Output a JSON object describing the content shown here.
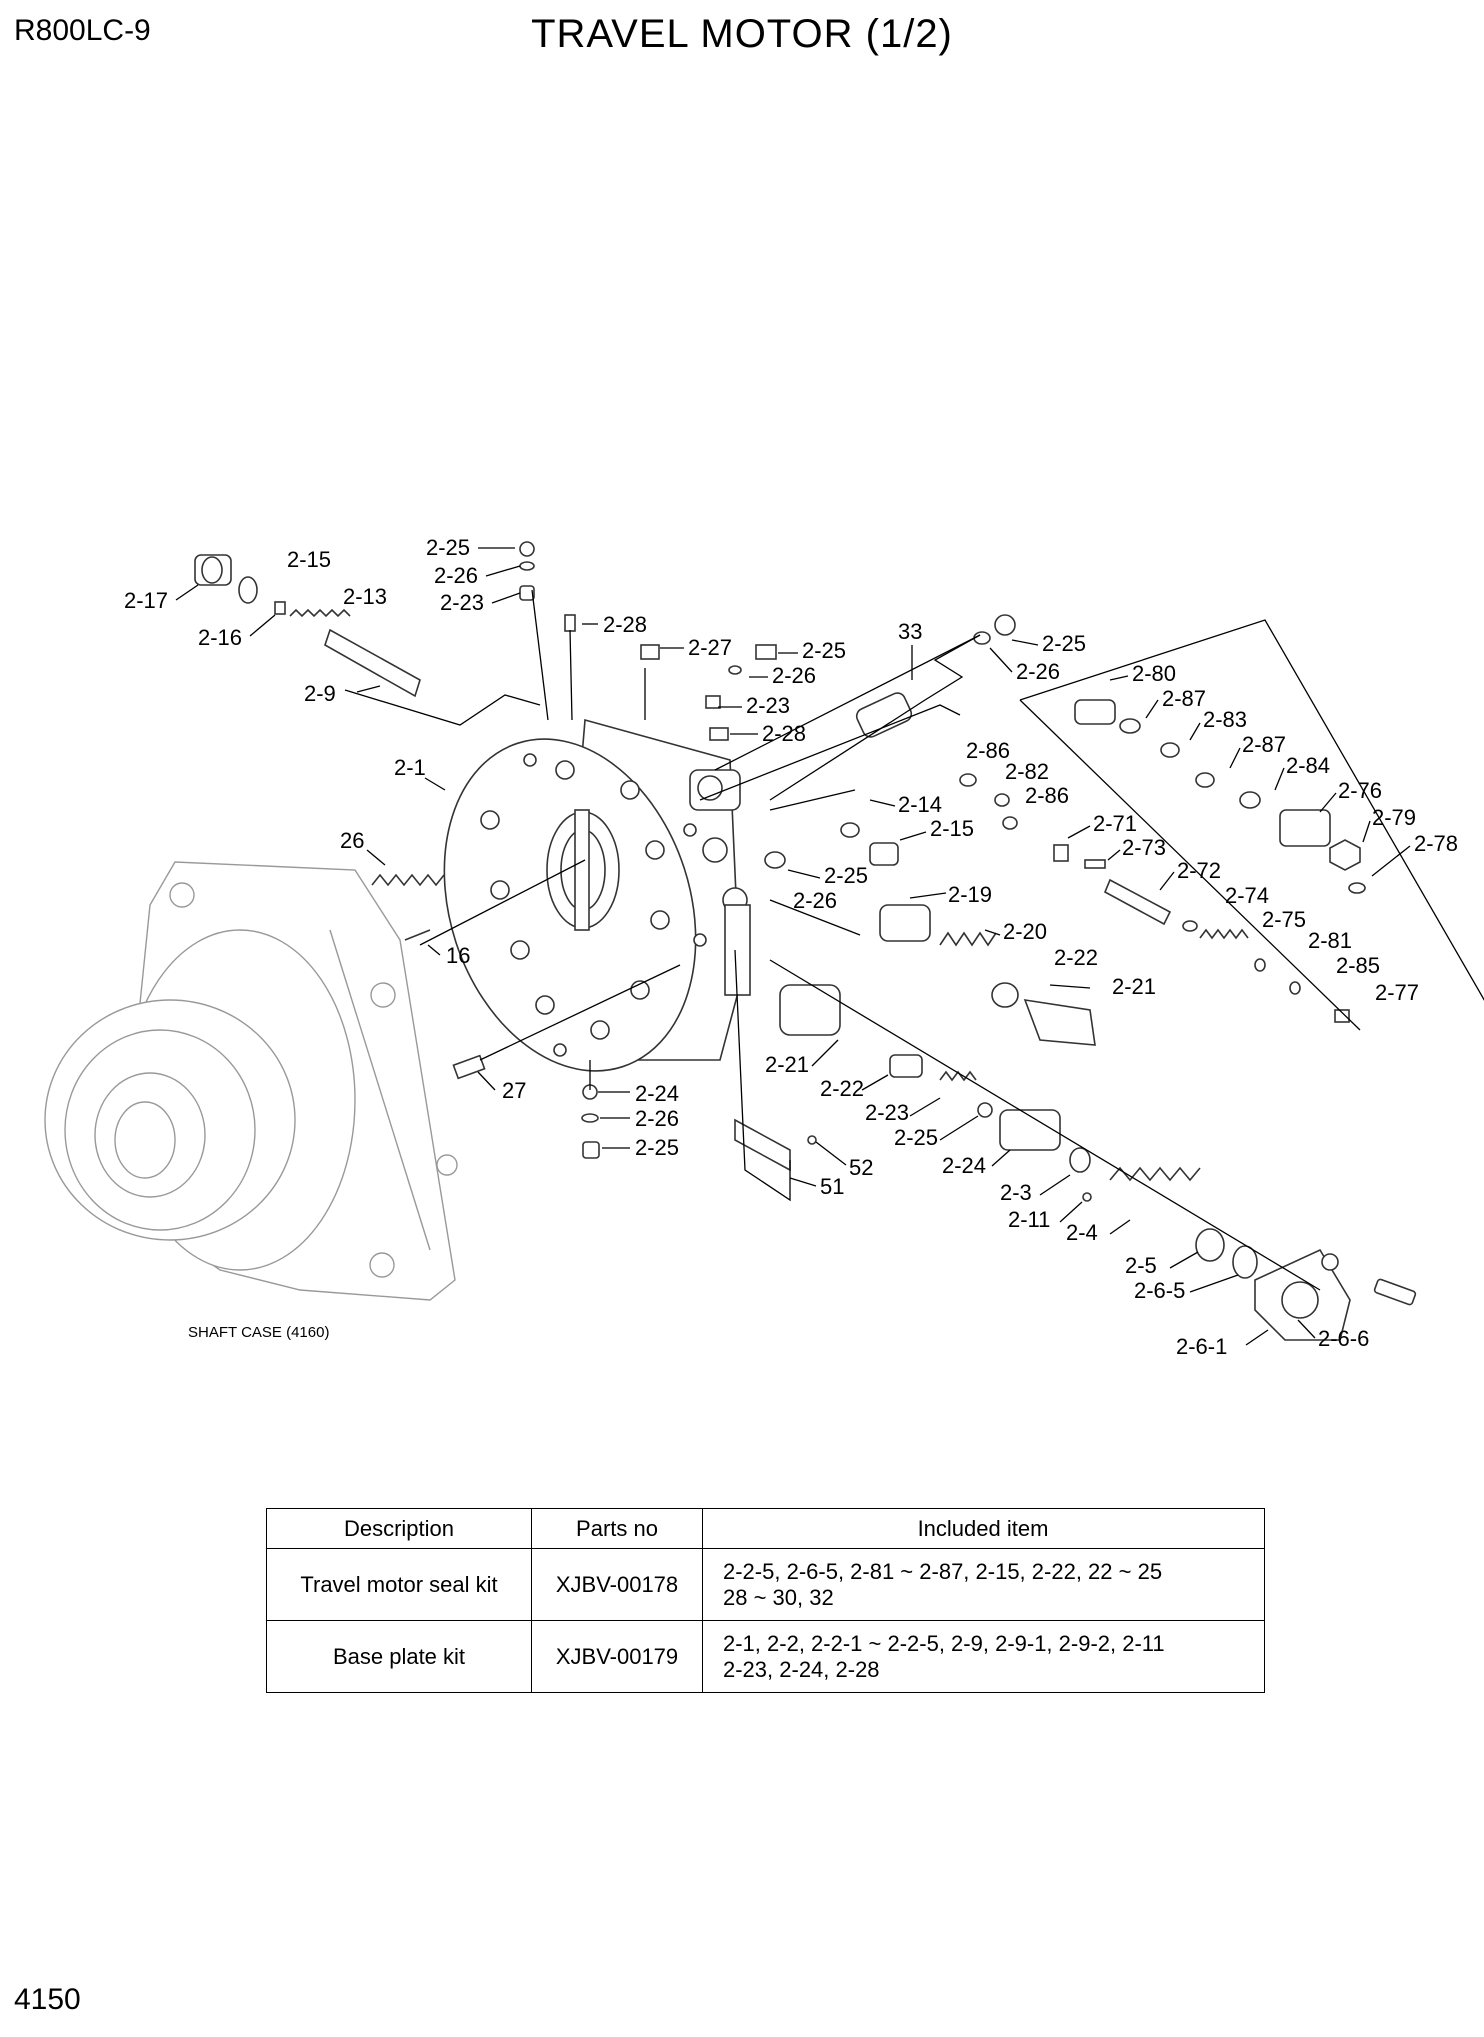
{
  "header": {
    "model": "R800LC-9",
    "title": "TRAVEL MOTOR (1/2)"
  },
  "footer": {
    "page_number": "4150"
  },
  "diagram": {
    "shaft_case_label": "SHAFT CASE (4160)",
    "callouts": {
      "c1": "2-25",
      "c2": "2-26",
      "c3": "2-23",
      "c4": "2-17",
      "c5": "2-15",
      "c6": "2-16",
      "c7": "2-13",
      "c8": "2-9",
      "c9": "2-28",
      "c10": "2-27",
      "c11": "2-25",
      "c12": "2-26",
      "c13": "2-23",
      "c14": "2-28",
      "c15": "33",
      "c16": "2-25",
      "c17": "2-26",
      "c18": "2-80",
      "c19": "2-87",
      "c20": "2-83",
      "c21": "2-87",
      "c22": "2-84",
      "c23": "2-76",
      "c24": "2-79",
      "c25": "2-78",
      "c26": "2-86",
      "c27": "2-82",
      "c28": "2-86",
      "c29": "2-14",
      "c30": "2-15",
      "c31": "2-71",
      "c32": "2-73",
      "c33": "2-72",
      "c34": "2-25",
      "c35": "2-26",
      "c36": "2-74",
      "c37": "2-75",
      "c38": "2-81",
      "c39": "2-85",
      "c40": "2-77",
      "c41": "2-1",
      "c42": "26",
      "c43": "16",
      "c44": "27",
      "c45": "2-19",
      "c46": "2-20",
      "c47": "2-22",
      "c48": "2-21",
      "c49": "2-21",
      "c50": "2-22",
      "c51": "2-23",
      "c52": "2-25",
      "c53": "2-24",
      "c54": "2-3",
      "c55": "2-11",
      "c56": "2-4",
      "c57": "2-5",
      "c58": "2-6-5",
      "c59": "2-6-1",
      "c60": "2-6-6",
      "c61": "2-24",
      "c62": "2-26",
      "c63": "2-25",
      "c64": "52",
      "c65": "51"
    }
  },
  "kit_table": {
    "headers": [
      "Description",
      "Parts no",
      "Included item"
    ],
    "rows": [
      {
        "description": "Travel motor seal kit",
        "parts_no": "XJBV-00178",
        "included_line1": "2-2-5, 2-6-5, 2-81 ~ 2-87, 2-15, 2-22, 22 ~ 25",
        "included_line2": "28 ~ 30, 32"
      },
      {
        "description": "Base plate kit",
        "parts_no": "XJBV-00179",
        "included_line1": "2-1, 2-2, 2-2-1 ~ 2-2-5, 2-9, 2-9-1, 2-9-2, 2-11",
        "included_line2": "2-23, 2-24, 2-28"
      }
    ]
  }
}
